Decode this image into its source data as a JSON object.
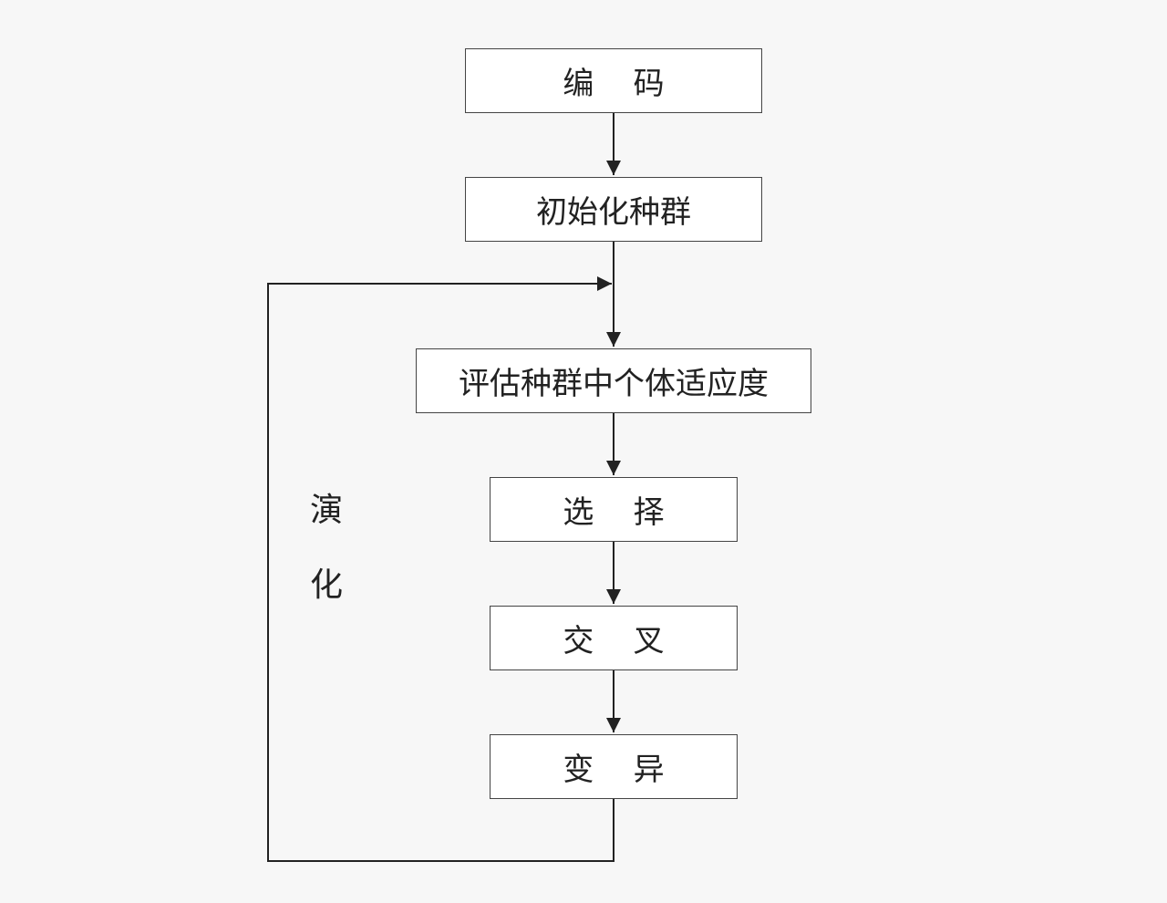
{
  "steps": {
    "encode": "编    码",
    "init_population": "初始化种群",
    "evaluate_fitness": "评估种群中个体适应度",
    "selection": "选    择",
    "crossover": "交    叉",
    "mutation": "变    异"
  },
  "loop_label": {
    "char1": "演",
    "char2": "化"
  },
  "colors": {
    "line": "#222222",
    "box_border": "#444444",
    "background": "#f7f7f7"
  }
}
